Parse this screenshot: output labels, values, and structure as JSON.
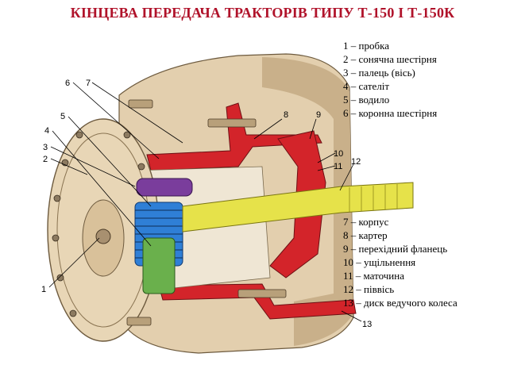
{
  "title": "КІНЦЕВА ПЕРЕДАЧА ТРАКТОРІВ ТИПУ Т-150 І Т-150К",
  "legend_top": [
    "1 – пробка",
    "2 – сонячна шестірня",
    "3 – палець (вісь)",
    "4 – сателіт",
    "5 – водило",
    "6 – коронна шестірня"
  ],
  "legend_bottom": [
    "7 – корпус",
    "8 – картер",
    "9 – перехідний фланець",
    "10 – ущільнення",
    "11 – маточина",
    "12 – піввісь",
    "13 – диск ведучого колеса"
  ],
  "callouts": [
    "1",
    "2",
    "3",
    "4",
    "5",
    "6",
    "7",
    "8",
    "9",
    "10",
    "11",
    "12",
    "13"
  ],
  "colors": {
    "title": "#b0122a",
    "housing": "#e3cfae",
    "housing_shade": "#bfa27a",
    "section_red": "#d3242a",
    "sun_gear_blue": "#2f7fd6",
    "pin_purple": "#7a3d9c",
    "axle_yellow": "#e6e24a",
    "planet_green": "#6ab04c"
  }
}
